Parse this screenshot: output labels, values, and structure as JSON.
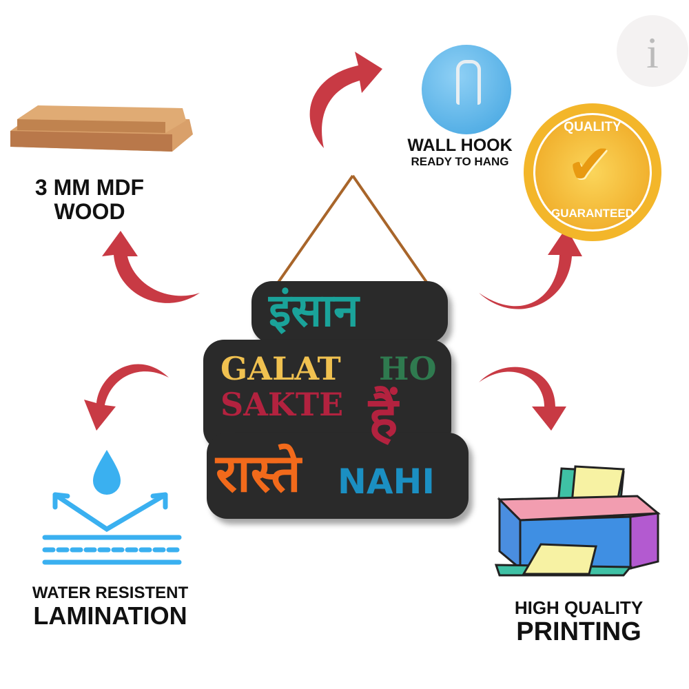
{
  "logo": {
    "letter": "i"
  },
  "features": {
    "wood": {
      "line1": "3 MM MDF",
      "line2": "WOOD"
    },
    "hook": {
      "title": "WALL HOOK",
      "subtitle": "READY TO HANG"
    },
    "quality_badge": {
      "top": "QUALITY",
      "bottom": "GUARANTEED"
    },
    "water": {
      "line1": "WATER RESISTENT",
      "line2": "LAMINATION"
    },
    "printing": {
      "line1": "HIGH QUALITY",
      "line2": "PRINTING"
    }
  },
  "sign": {
    "line1": "इंसान",
    "galat": "GALAT",
    "ho": "HO",
    "sakte": "SAKTE",
    "hain": "हैं",
    "raste": "रास्ते",
    "nahi": "NAHI"
  },
  "colors": {
    "arrow": "#c83a44",
    "teal": "#1aa39a",
    "yellow": "#f0c150",
    "green": "#2f7a4f",
    "crimson": "#b3223f",
    "orange": "#f26a1b",
    "blue": "#1b8fc2"
  }
}
